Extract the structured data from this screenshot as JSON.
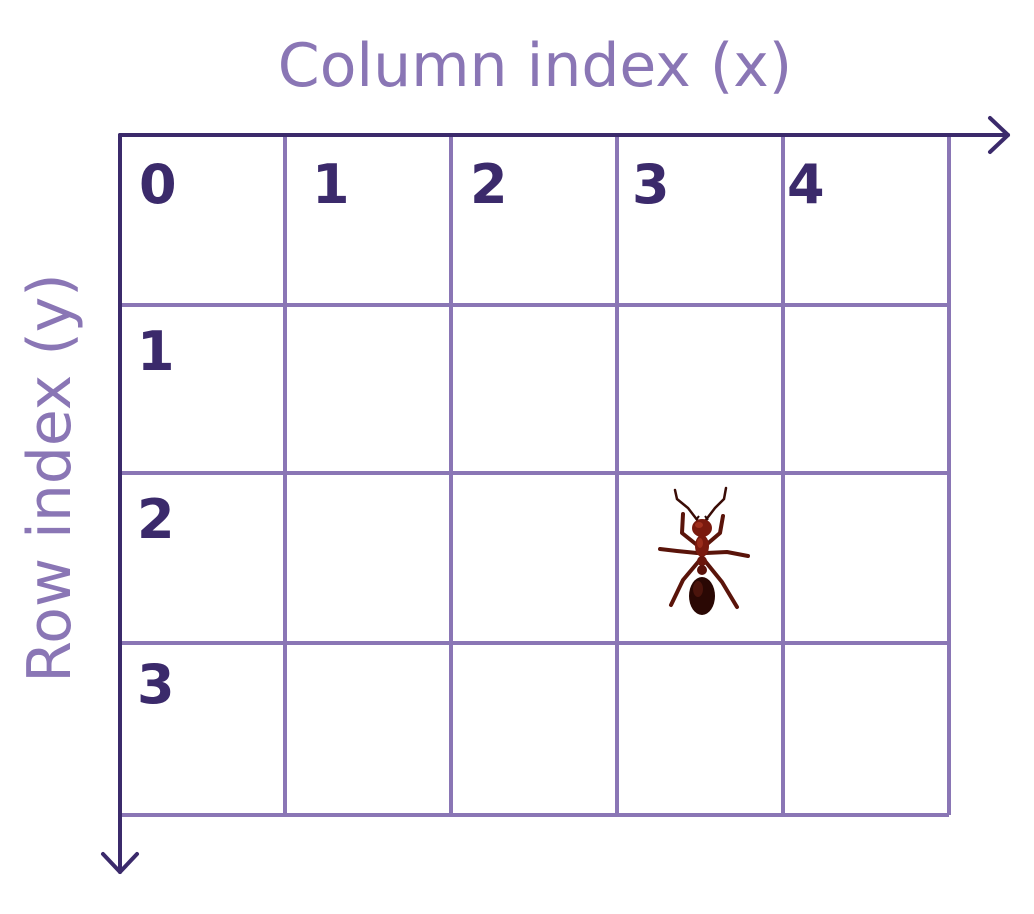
{
  "diagram": {
    "x_axis_title": "Column index (x)",
    "y_axis_title": "Row index (y)",
    "columns": [
      "0",
      "1",
      "2",
      "3",
      "4"
    ],
    "rows": [
      "1",
      "2",
      "3"
    ],
    "ant": {
      "column": 3,
      "row": 2
    }
  },
  "colors": {
    "grid_line": "#8a76b5",
    "axis_line": "#3b2a6b",
    "axis_title": "#8a76b5",
    "index_label": "#3b2a6b",
    "ant_body": "#7a1a0e",
    "ant_dark": "#2a0804"
  },
  "icons": {
    "ant": "ant-icon"
  }
}
